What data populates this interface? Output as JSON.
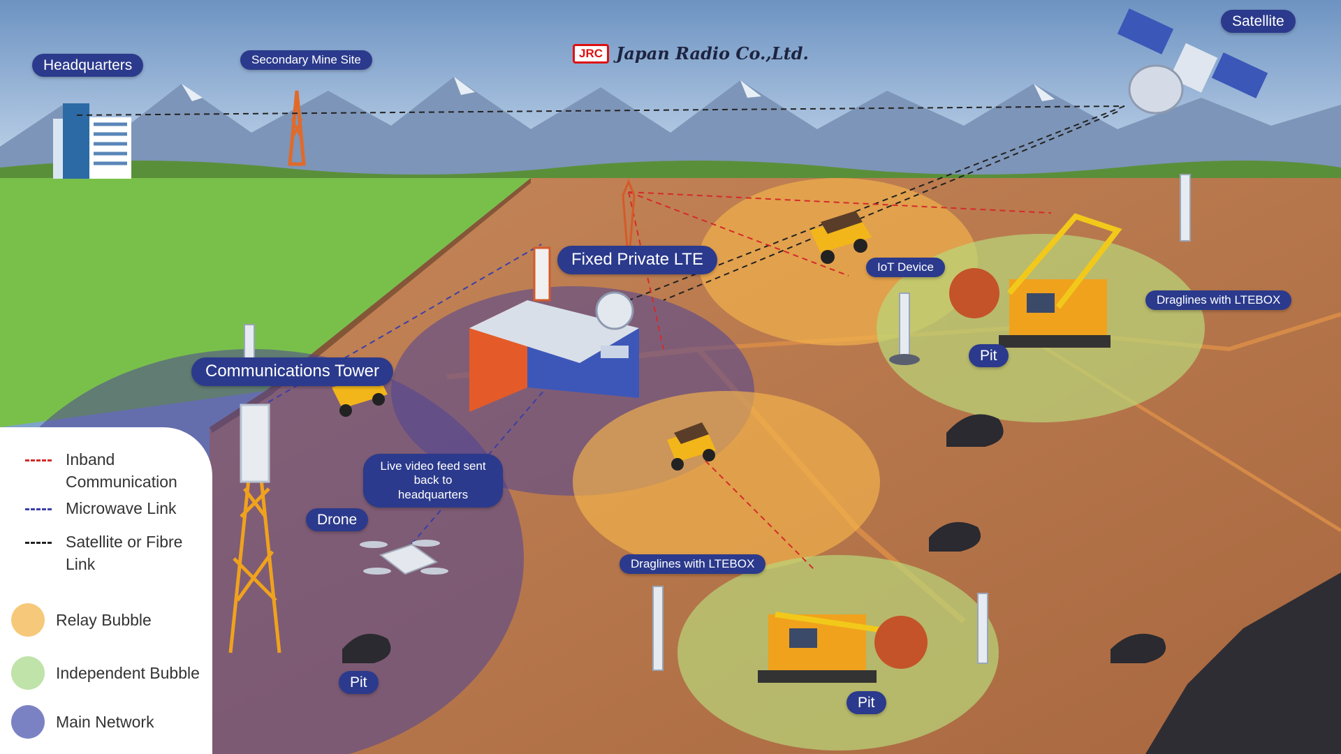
{
  "logo": {
    "badge": "JRC",
    "name": "Japan Radio Co.,Ltd."
  },
  "labels": {
    "headquarters": "Headquarters",
    "secondary_site": "Secondary Mine Site",
    "satellite": "Satellite",
    "fixed_lte": "Fixed Private LTE",
    "iot_device": "IoT Device",
    "draglines_top": "Draglines with LTEBOX",
    "pit_top": "Pit",
    "comm_tower": "Communications Tower",
    "live_video": "Live video feed sent back to headquarters",
    "drone": "Drone",
    "pit_left": "Pit",
    "draglines_bottom": "Draglines with LTEBOX",
    "pit_bottom": "Pit"
  },
  "legend": {
    "items": [
      {
        "label": "Inband Communication",
        "kind": "dash",
        "color": "#d42a2a"
      },
      {
        "label": "Microwave Link",
        "kind": "dash",
        "color": "#3a3fa8"
      },
      {
        "label": "Satellite or Fibre Link",
        "kind": "dash",
        "color": "#222222"
      },
      {
        "label": "Relay Bubble",
        "kind": "bubble",
        "color": "#f6c97a"
      },
      {
        "label": "Independent Bubble",
        "kind": "bubble",
        "color": "#bfe3a8"
      },
      {
        "label": "Main Network",
        "kind": "bubble",
        "color": "#7b82c4"
      }
    ]
  },
  "colors": {
    "sky": "#8fb2d6",
    "grass": "#74c04a",
    "dirt": "#b9774d",
    "label_bg": "#2b3a8c",
    "relay": "#f6b54c",
    "independent": "#b9d77a",
    "main_network": "#5a4fa0"
  }
}
